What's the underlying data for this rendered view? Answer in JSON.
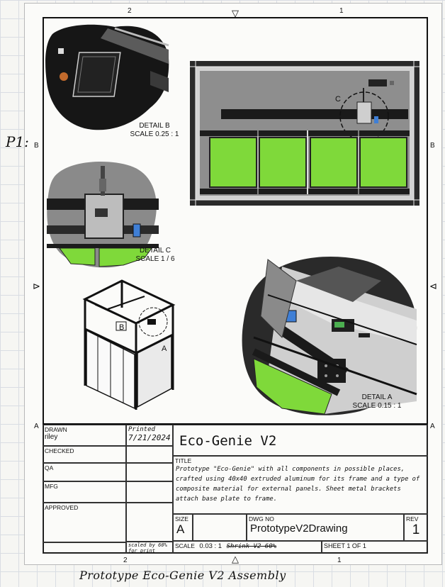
{
  "margin_note": "P1:",
  "footer_note": "Prototype Eco-Genie V2 Assembly",
  "zones": {
    "top": [
      "2",
      "1"
    ],
    "bottom": [
      "2",
      "1"
    ],
    "left": [
      "B",
      "A"
    ],
    "right": [
      "B",
      "A"
    ]
  },
  "details": {
    "b": {
      "name": "DETAIL B",
      "scale": "SCALE 0.25 : 1"
    },
    "c": {
      "name": "DETAIL C",
      "scale": "SCALE 1 / 6"
    },
    "a": {
      "name": "DETAIL A",
      "scale": "SCALE 0.15 : 1"
    },
    "callout_c": "C",
    "callout_b": "B",
    "callout_a": "A"
  },
  "title_block": {
    "drawn_label": "DRAWN",
    "drawn_by": "riley",
    "printed_label": "Printed",
    "printed_date": "7/21/2024",
    "checked_label": "CHECKED",
    "qa_label": "QA",
    "mfg_label": "MFG",
    "approved_label": "APPROVED",
    "project_name": "Eco-Genie V2",
    "title_label": "TITLE",
    "title_text": "Prototype \"Eco-Genie\" with all components in possible places, crafted using 40x40 extruded aluminum for its frame and a type of composite material for external panels. Sheet metal brackets attach base plate to frame.",
    "size_label": "SIZE",
    "size_value": "A",
    "dwg_label": "DWG NO",
    "dwg_value": "PrototypeV2Drawing",
    "rev_label": "REV",
    "rev_value": "1",
    "scale_note": "scaled by 60% for print",
    "scale_label": "SCALE",
    "scale_value": "0.03 : 1",
    "scale_struck": "Shrink V2 60%",
    "sheet_text": "SHEET 1  OF 1"
  },
  "colors": {
    "panel_green": "#7fd93a",
    "frame_dark": "#1d1d1d",
    "plate_gray": "#8d8d8d",
    "accent_blue": "#3f7fd6"
  }
}
